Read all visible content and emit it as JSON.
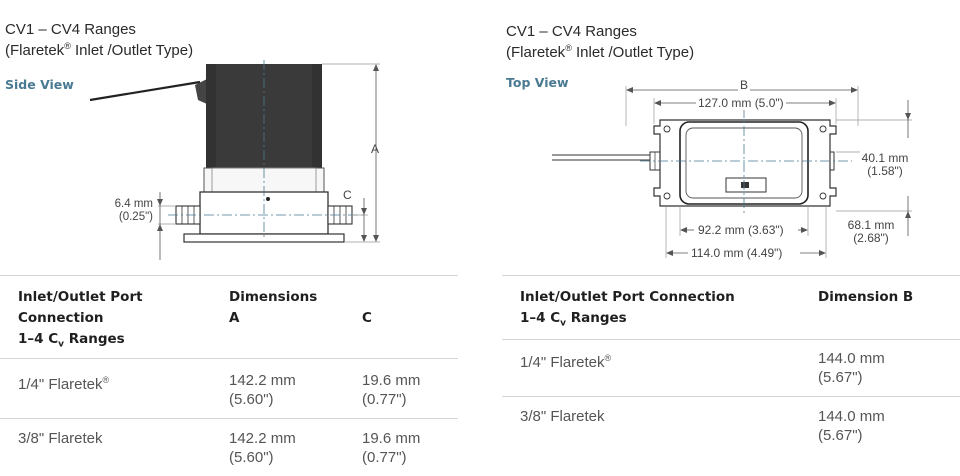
{
  "left": {
    "title_line1": "CV1 –  CV4 Ranges",
    "title_line2_pre": "(Flaretek",
    "title_line2_reg": "®",
    "title_line2_post": " Inlet /Outlet Type)",
    "view_label": "Side View",
    "dims": {
      "port_mm": "6.4 mm",
      "port_in": "(0.25\")",
      "A": "A",
      "C": "C"
    },
    "table": {
      "col1_header": [
        "Inlet/Outlet Port",
        "Connection",
        "1–4 C"
      ],
      "col1_header_sub": "v",
      "col1_header_tail": " Ranges",
      "col2_header": [
        "Dimensions",
        "A"
      ],
      "col3_header": "C",
      "rows": [
        {
          "conn": "1/4\" Flaretek",
          "reg": "®",
          "a_mm": "142.2 mm",
          "a_in": "(5.60\")",
          "c_mm": "19.6 mm",
          "c_in": "(0.77\")"
        },
        {
          "conn": "3/8\" Flaretek",
          "reg": "",
          "a_mm": "142.2 mm",
          "a_in": "(5.60\")",
          "c_mm": "19.6 mm",
          "c_in": "(0.77\")"
        }
      ]
    }
  },
  "right": {
    "title_line1": "CV1 –  CV4 Ranges",
    "title_line2_pre": "(Flaretek",
    "title_line2_reg": "®",
    "title_line2_post": " Inlet /Outlet Type)",
    "view_label": "Top View",
    "dims": {
      "B": "B",
      "width_127": "127.0 mm (5.0\")",
      "port_mm": "40.1 mm",
      "port_in": "(1.58\")",
      "depth_mm": "68.1 mm",
      "depth_in": "(2.68\")",
      "width_92": "92.2 mm (3.63\")",
      "width_114": "114.0 mm (4.49\")"
    },
    "table": {
      "col1_header": [
        "Inlet/Outlet Port Connection",
        "1–4 C"
      ],
      "col1_header_sub": "v",
      "col1_header_tail": " Ranges",
      "col2_header": "Dimension B",
      "rows": [
        {
          "conn": "1/4\" Flaretek",
          "reg": "®",
          "b_mm": "144.0 mm",
          "b_in": "(5.67\")"
        },
        {
          "conn": "3/8\" Flaretek",
          "reg": "",
          "b_mm": "144.0 mm",
          "b_in": "(5.67\")"
        }
      ]
    }
  }
}
